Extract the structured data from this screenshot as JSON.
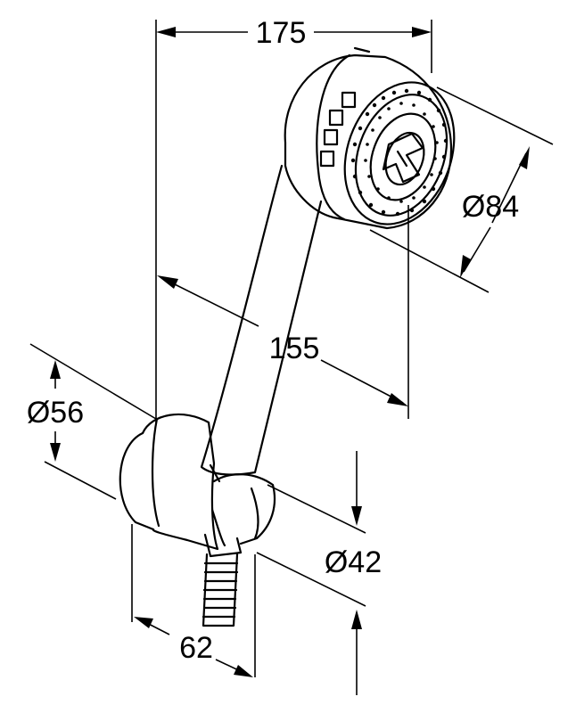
{
  "dimensions": {
    "overall_width": "175",
    "head_diameter": "Ø84",
    "handle_length": "155",
    "holder_diameter": "Ø56",
    "hose_diameter": "Ø42",
    "holder_depth": "62"
  },
  "colors": {
    "line": "#000000",
    "background": "#ffffff"
  }
}
